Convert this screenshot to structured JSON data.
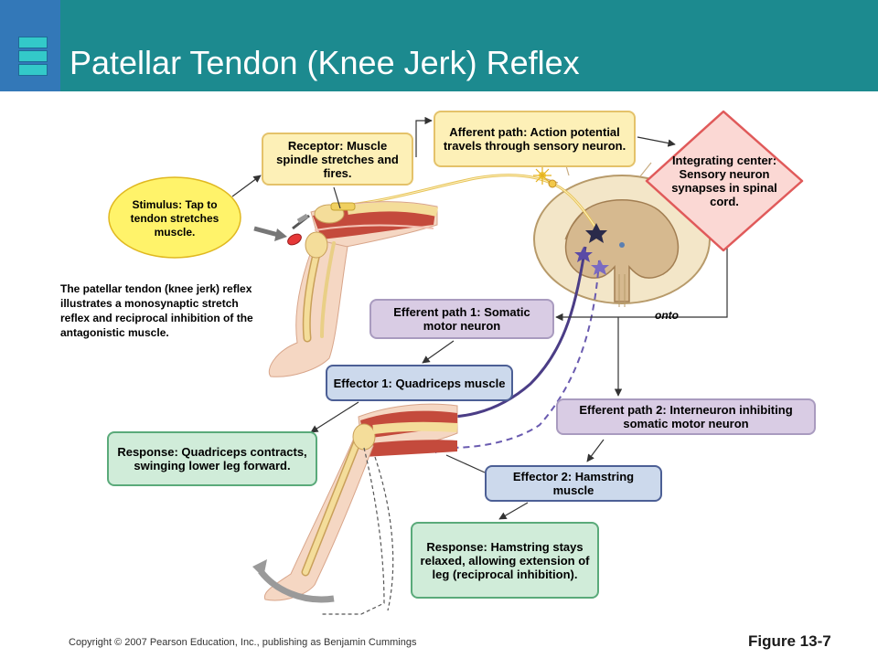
{
  "slide": {
    "title": "Patellar Tendon (Knee Jerk) Reflex",
    "copyright": "Copyright © 2007 Pearson Education, Inc., publishing as Benjamin Cummings",
    "figure_label": "Figure 13-7",
    "description": "The patellar tendon (knee jerk) reflex illustrates a monosynaptic stretch reflex and reciprocal inhibition of the antagonistic muscle."
  },
  "labels": {
    "stimulus": "Stimulus: Tap to tendon stretches muscle.",
    "receptor": "Receptor: Muscle spindle stretches and fires.",
    "afferent": "Afferent path: Action potential travels through sensory neuron.",
    "integrating": "Integrating center: Sensory neuron synapses in spinal cord.",
    "efferent1": "Efferent path 1: Somatic motor neuron",
    "efferent2": "Efferent path 2: Interneuron inhibiting somatic motor neuron",
    "effector1": "Effector 1: Quadriceps muscle",
    "effector2": "Effector 2: Hamstring muscle",
    "response1": "Response: Quadriceps contracts, swinging lower leg forward.",
    "response2": "Response: Hamstring stays relaxed, allowing extension of leg (reciprocal inhibition).",
    "onto": "onto"
  },
  "colors": {
    "header": "#1c8a8f",
    "header_side": "#3378b8",
    "box_yellow": "#fdf0b7",
    "box_purple": "#d9cce4",
    "box_blue": "#ccd9ec",
    "box_green": "#d0ecd9",
    "integrating_center": "#fbd8d4"
  }
}
